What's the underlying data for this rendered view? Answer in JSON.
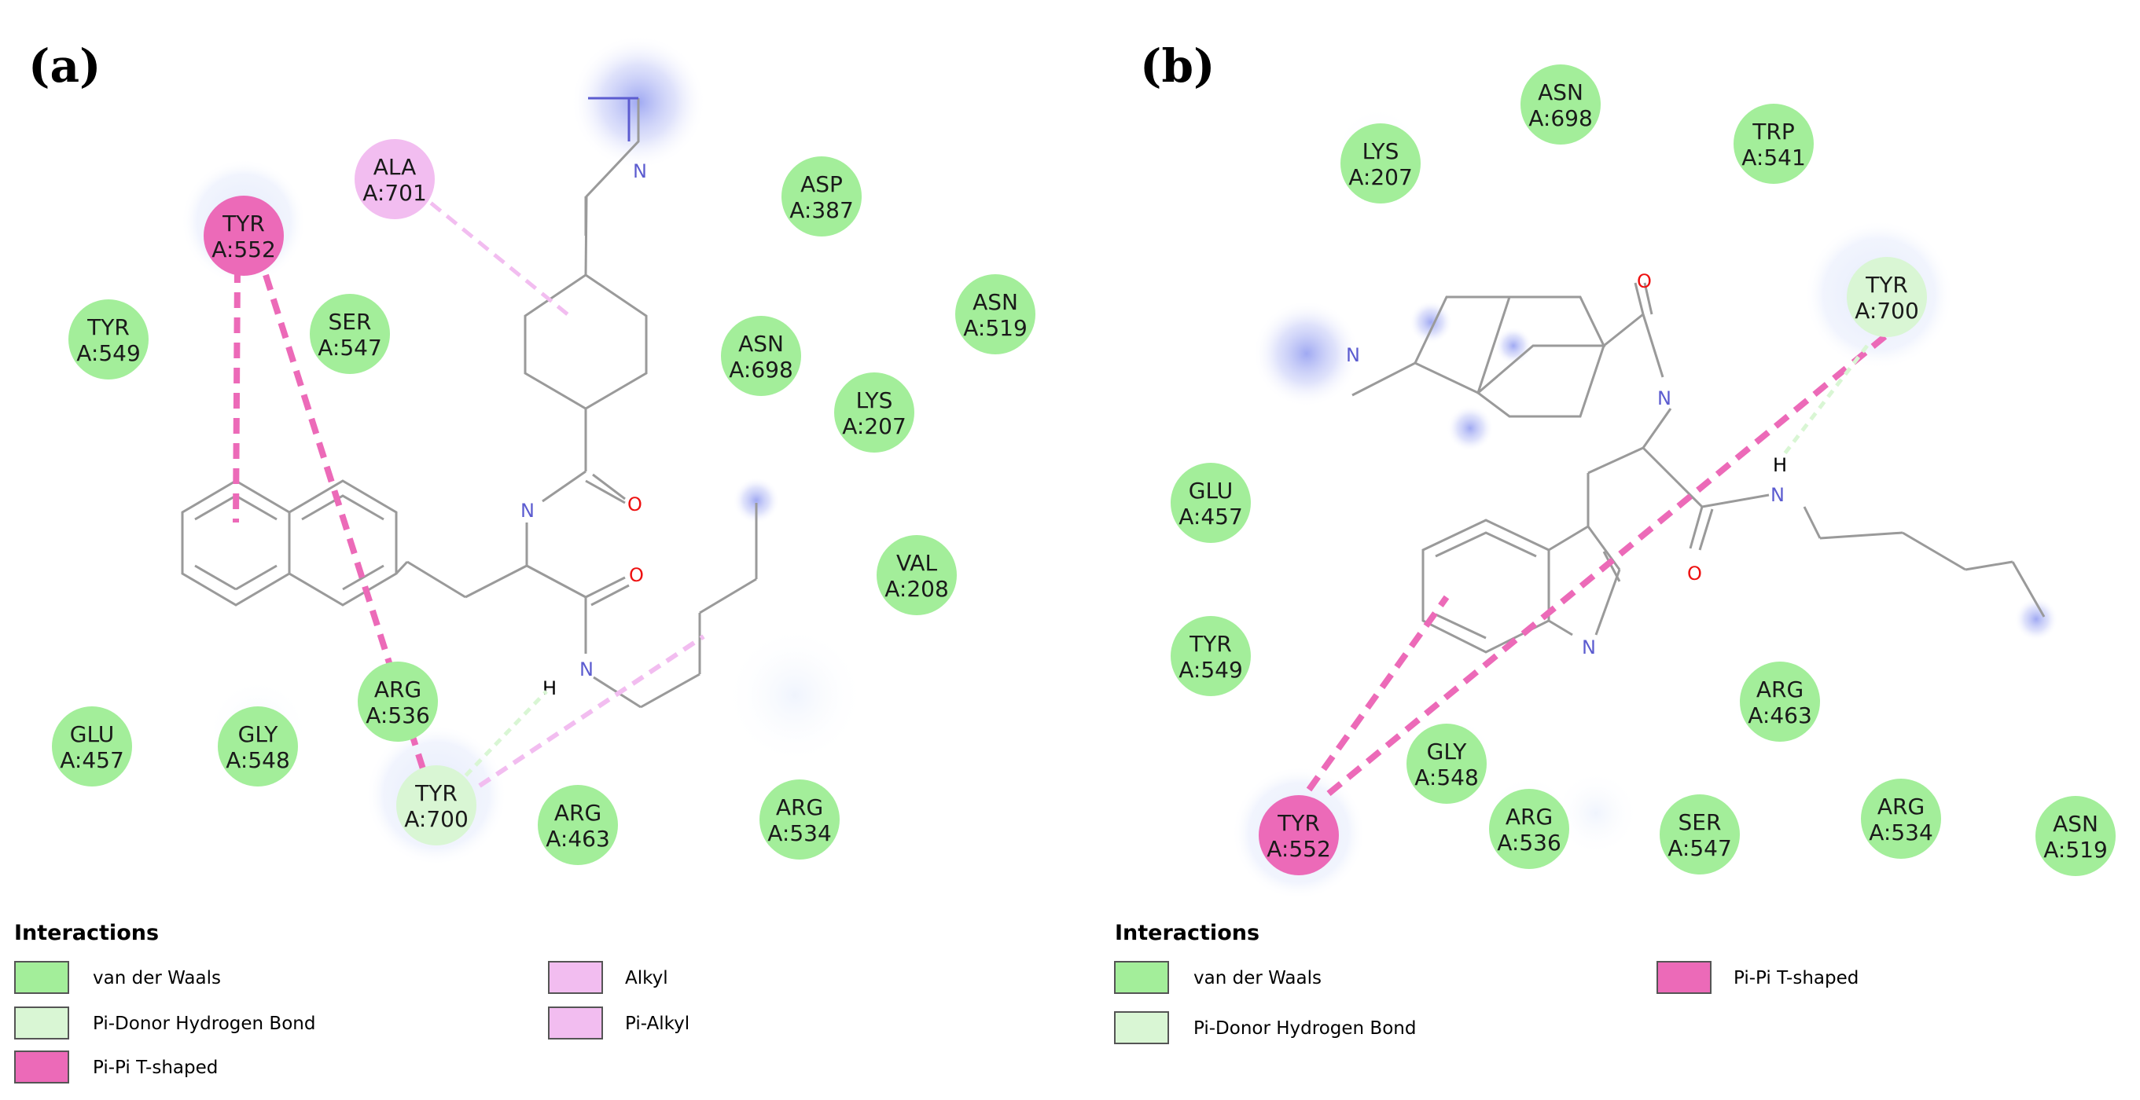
{
  "panels": [
    {
      "label": "(a)",
      "residues": [
        {
          "id": "ala701",
          "name": "ALA",
          "pos": "A:701",
          "type": "alkyl"
        },
        {
          "id": "tyr552",
          "name": "TYR",
          "pos": "A:552",
          "type": "pipi"
        },
        {
          "id": "asp387",
          "name": "ASP",
          "pos": "A:387",
          "type": "vdw"
        },
        {
          "id": "tyr549",
          "name": "TYR",
          "pos": "A:549",
          "type": "vdw"
        },
        {
          "id": "ser547",
          "name": "SER",
          "pos": "A:547",
          "type": "vdw"
        },
        {
          "id": "asn698",
          "name": "ASN",
          "pos": "A:698",
          "type": "vdw"
        },
        {
          "id": "asn519",
          "name": "ASN",
          "pos": "A:519",
          "type": "vdw"
        },
        {
          "id": "lys207",
          "name": "LYS",
          "pos": "A:207",
          "type": "vdw"
        },
        {
          "id": "val208",
          "name": "VAL",
          "pos": "A:208",
          "type": "vdw"
        },
        {
          "id": "arg536",
          "name": "ARG",
          "pos": "A:536",
          "type": "vdw"
        },
        {
          "id": "glu457",
          "name": "GLU",
          "pos": "A:457",
          "type": "vdw"
        },
        {
          "id": "gly548",
          "name": "GLY",
          "pos": "A:548",
          "type": "vdw"
        },
        {
          "id": "tyr700",
          "name": "TYR",
          "pos": "A:700",
          "type": "pidonor"
        },
        {
          "id": "arg463",
          "name": "ARG",
          "pos": "A:463",
          "type": "vdw"
        },
        {
          "id": "arg534",
          "name": "ARG",
          "pos": "A:534",
          "type": "vdw"
        }
      ],
      "atoms": {
        "n1": "N",
        "o1": "O",
        "n2": "N",
        "h1": "H",
        "o2": "O",
        "n3": "N"
      },
      "legend": {
        "title": "Interactions",
        "items": [
          {
            "label": "van der Waals",
            "type": "vdw"
          },
          {
            "label": "Pi-Donor Hydrogen Bond",
            "type": "pidonor"
          },
          {
            "label": "Pi-Pi T-shaped",
            "type": "pipi"
          },
          {
            "label": "Alkyl",
            "type": "alkyl"
          },
          {
            "label": "Pi-Alkyl",
            "type": "alkyl"
          }
        ]
      }
    },
    {
      "label": "(b)",
      "residues": [
        {
          "id": "asn698",
          "name": "ASN",
          "pos": "A:698",
          "type": "vdw"
        },
        {
          "id": "lys207",
          "name": "LYS",
          "pos": "A:207",
          "type": "vdw"
        },
        {
          "id": "trp541",
          "name": "TRP",
          "pos": "A:541",
          "type": "vdw"
        },
        {
          "id": "tyr700",
          "name": "TYR",
          "pos": "A:700",
          "type": "pidonor"
        },
        {
          "id": "glu457",
          "name": "GLU",
          "pos": "A:457",
          "type": "vdw"
        },
        {
          "id": "tyr549",
          "name": "TYR",
          "pos": "A:549",
          "type": "vdw"
        },
        {
          "id": "arg463",
          "name": "ARG",
          "pos": "A:463",
          "type": "vdw"
        },
        {
          "id": "gly548",
          "name": "GLY",
          "pos": "A:548",
          "type": "vdw"
        },
        {
          "id": "tyr552",
          "name": "TYR",
          "pos": "A:552",
          "type": "pipi"
        },
        {
          "id": "arg536",
          "name": "ARG",
          "pos": "A:536",
          "type": "vdw"
        },
        {
          "id": "ser547",
          "name": "SER",
          "pos": "A:547",
          "type": "vdw"
        },
        {
          "id": "arg534",
          "name": "ARG",
          "pos": "A:534",
          "type": "vdw"
        },
        {
          "id": "asn519",
          "name": "ASN",
          "pos": "A:519",
          "type": "vdw"
        }
      ],
      "atoms": {
        "n1": "N",
        "o1": "O",
        "n2": "N",
        "h1": "H",
        "n3": "N",
        "o2": "O",
        "n4": "N"
      },
      "legend": {
        "title": "Interactions",
        "items": [
          {
            "label": "van der Waals",
            "type": "vdw"
          },
          {
            "label": "Pi-Donor Hydrogen Bond",
            "type": "pidonor"
          },
          {
            "label": "Pi-Pi T-shaped",
            "type": "pipi"
          }
        ]
      }
    }
  ],
  "colors": {
    "vdw": "#a3ee9a",
    "pidonor": "#d9f6d4",
    "pipi": "#ec6ab8",
    "alkyl": "#f2bdf0",
    "bond": "#9a9a9a",
    "nitrogen": "#5c5cd0",
    "oxygen": "#ee1010"
  }
}
